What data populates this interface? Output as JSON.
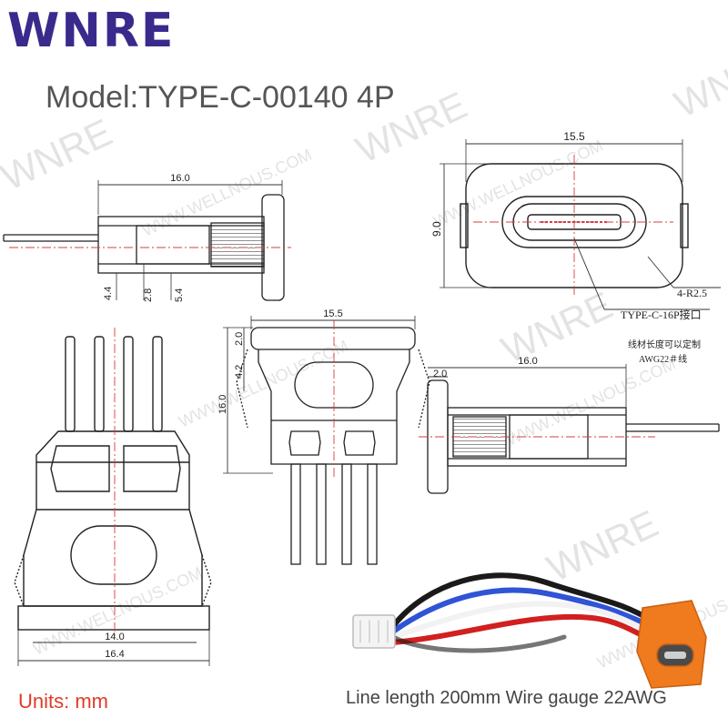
{
  "brand": {
    "logo_text": "WNRE",
    "color": "#3a2a8c"
  },
  "model_title": "Model:TYPE-C-00140 4P",
  "watermarks": {
    "brand": "WNRE",
    "site": "WWW.WELLNOUS.COM"
  },
  "top_left_view": {
    "dim_length": "16.0",
    "dim_a": "4.4",
    "dim_b": "2.8",
    "dim_c": "5.4"
  },
  "top_right_view": {
    "dim_width": "15.5",
    "dim_height": "9.0",
    "radius_label": "4-R2.5",
    "port_label": "TYPE-C-16P接口"
  },
  "middle_view": {
    "dim_width": "15.5",
    "dim_top": "2.0",
    "dim_mid": "4.2",
    "dim_height": "16.0"
  },
  "right_side_view": {
    "note_line1": "线材长度可以定制",
    "note_line2": "AWG22＃线",
    "dim_flange": "2.0",
    "dim_length": "16.0"
  },
  "bottom_left_view": {
    "dim_inner": "14.0",
    "dim_outer": "16.4"
  },
  "units_text": "Units: mm",
  "units_color": "#e23a2a",
  "spec_text": "Line length 200mm Wire gauge 22AWG",
  "colors": {
    "line": "#222222",
    "center_line": "#d24040",
    "dim_line": "#333333",
    "connector_body": "#f07a1e",
    "wire_red": "#d21f1f",
    "wire_white": "#f2f2f2",
    "wire_blue": "#2f54d6",
    "wire_black": "#1a1a1a"
  }
}
